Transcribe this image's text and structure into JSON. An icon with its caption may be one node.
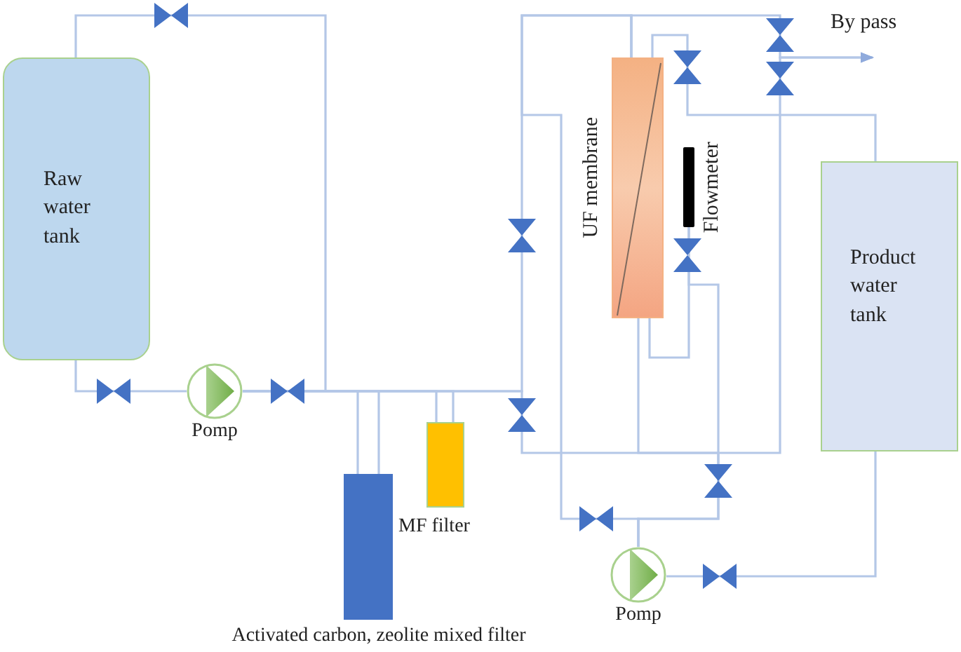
{
  "diagram": {
    "nodes": [
      {
        "text": [
          "Raw water tank"
        ]
      },
      {
        "text": [],
        "shape": "circle",
        "beside": [
          "Pomp"
        ]
      },
      {
        "text": [],
        "shape": "box",
        "beside": [
          "Activated carbon, zeolite mixed filter"
        ]
      },
      {
        "text": [],
        "shape": "box",
        "beside": [
          "MF filter"
        ]
      },
      {
        "text": [],
        "shape": "box",
        "beside": [
          "UF membrane"
        ]
      },
      {
        "text": [],
        "shape": "bar",
        "beside": [
          "Flowmeter"
        ]
      },
      {
        "text": [
          "Product water tank"
        ]
      },
      {
        "text": [],
        "shape": "circle",
        "beside": [
          "Pomp"
        ]
      },
      {
        "text": [
          "By pass"
        ]
      }
    ],
    "edges": [
      {
        "from": 0,
        "to": 1,
        "arrow": "none"
      },
      {
        "from": 1,
        "to": 0,
        "arrow": "none"
      },
      {
        "from": 1,
        "to": 2,
        "arrow": "none"
      },
      {
        "from": 1,
        "to": 2,
        "arrow": "none"
      },
      {
        "from": 1,
        "to": 3,
        "arrow": "none"
      },
      {
        "from": 1,
        "to": 3,
        "arrow": "none"
      },
      {
        "from": 1,
        "to": 4,
        "arrow": "none"
      },
      {
        "from": 4,
        "to": 6,
        "arrow": "none"
      },
      {
        "from": 5,
        "to": 4,
        "arrow": "none"
      },
      {
        "from": 4,
        "to": 8,
        "arrow": "to"
      },
      {
        "from": 6,
        "to": 7,
        "arrow": "none"
      },
      {
        "from": 7,
        "to": 4,
        "arrow": "none"
      },
      {
        "from": 7,
        "to": 4,
        "arrow": "none"
      },
      {
        "from": 1,
        "to": 8,
        "arrow": "to"
      },
      {
        "from": 5,
        "to": 7,
        "arrow": "none"
      }
    ]
  }
}
